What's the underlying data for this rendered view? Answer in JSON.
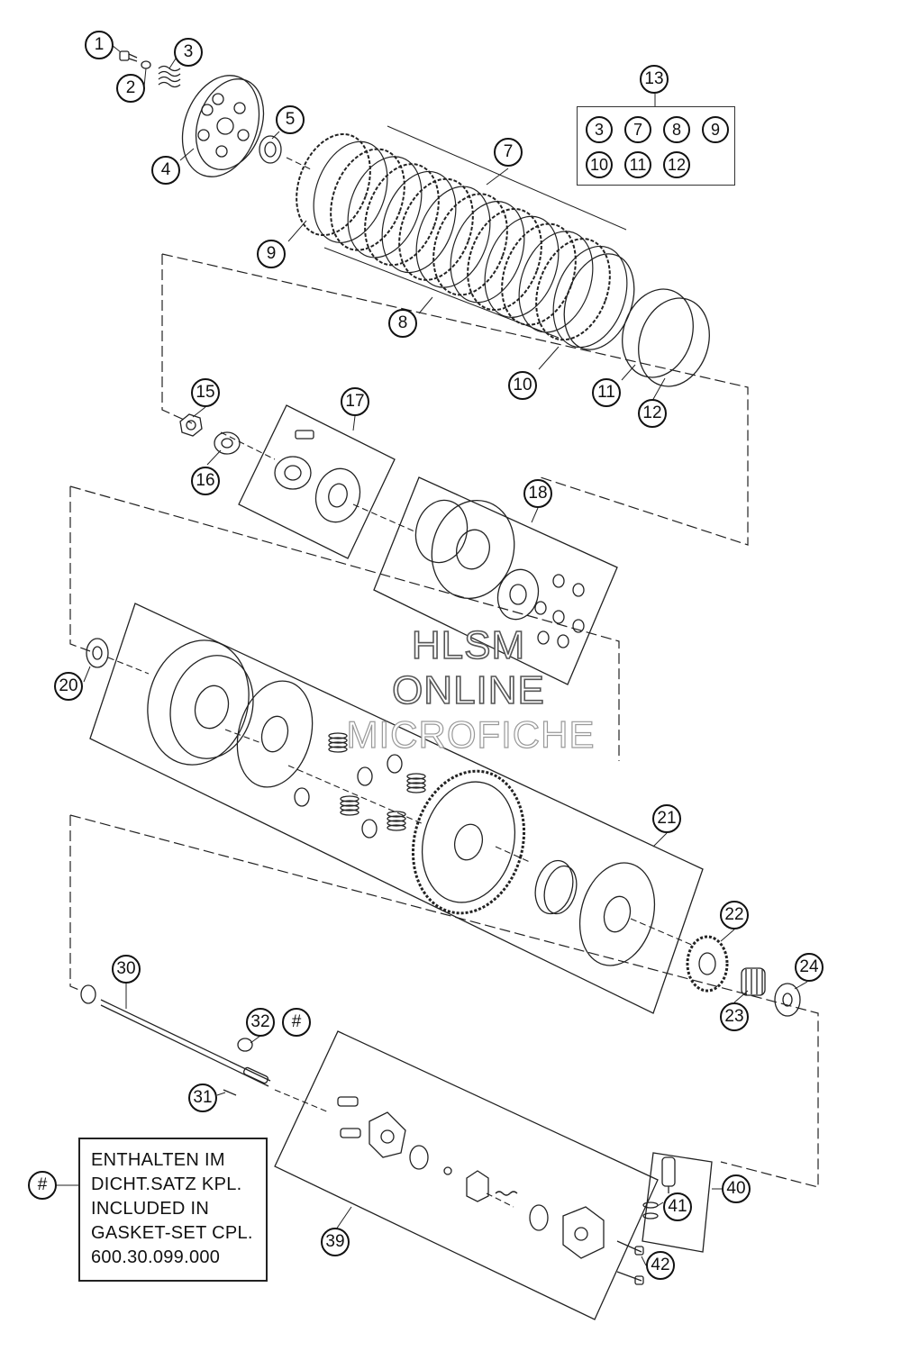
{
  "callouts": [
    {
      "id": "c1",
      "label": "1"
    },
    {
      "id": "c2",
      "label": "2"
    },
    {
      "id": "c3",
      "label": "3"
    },
    {
      "id": "c4",
      "label": "4"
    },
    {
      "id": "c5",
      "label": "5"
    },
    {
      "id": "c7",
      "label": "7"
    },
    {
      "id": "c8",
      "label": "8"
    },
    {
      "id": "c9",
      "label": "9"
    },
    {
      "id": "c10",
      "label": "10"
    },
    {
      "id": "c11",
      "label": "11"
    },
    {
      "id": "c12",
      "label": "12"
    },
    {
      "id": "c13",
      "label": "13"
    },
    {
      "id": "c15",
      "label": "15"
    },
    {
      "id": "c16",
      "label": "16"
    },
    {
      "id": "c17",
      "label": "17"
    },
    {
      "id": "c18",
      "label": "18"
    },
    {
      "id": "c20",
      "label": "20"
    },
    {
      "id": "c21",
      "label": "21"
    },
    {
      "id": "c22",
      "label": "22"
    },
    {
      "id": "c23",
      "label": "23"
    },
    {
      "id": "c24",
      "label": "24"
    },
    {
      "id": "c30",
      "label": "30"
    },
    {
      "id": "c31",
      "label": "31"
    },
    {
      "id": "c32",
      "label": "32"
    },
    {
      "id": "chash",
      "label": "#"
    },
    {
      "id": "c39",
      "label": "39"
    },
    {
      "id": "c40",
      "label": "40"
    },
    {
      "id": "c41",
      "label": "41"
    },
    {
      "id": "c42",
      "label": "42"
    },
    {
      "id": "chash2",
      "label": "#"
    }
  ],
  "kit": {
    "label": "13",
    "contents": [
      "3",
      "7",
      "8",
      "9",
      "10",
      "11",
      "12"
    ]
  },
  "note": {
    "marker": "#",
    "lines": [
      "ENTHALTEN IM",
      "DICHT.SATZ KPL.",
      "INCLUDED IN",
      "GASKET-SET CPL.",
      "600.30.099.000"
    ]
  },
  "watermark": {
    "line1": "HLSM",
    "line2": "ONLINE",
    "line3": "MICROFICHE"
  }
}
